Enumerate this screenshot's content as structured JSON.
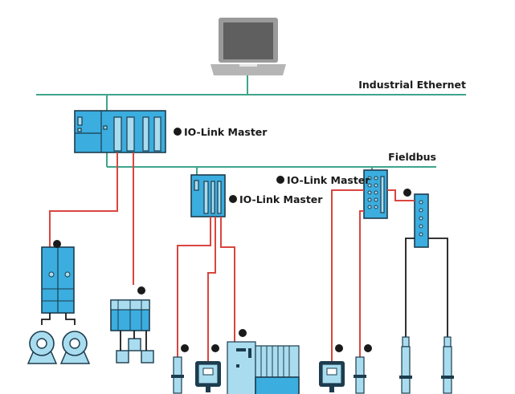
{
  "labels": {
    "industrial_ethernet": "Industrial Ethernet",
    "fieldbus": "Fieldbus",
    "master_1": "IO-Link Master",
    "master_2": "IO-Link Master",
    "master_3": "IO-Link Master"
  },
  "colors": {
    "ethernet_line": "#3ea58c",
    "io_link_line": "#d9463f",
    "standard_line": "#1a1a1a",
    "device_fill": "#3badde",
    "laptop": "#9a9a9a"
  },
  "icons": [
    "laptop-icon",
    "plc-icon",
    "motor-starter-icon",
    "motor-icon",
    "drive-icon",
    "proximity-sensor-icon",
    "display-sensor-icon",
    "io-module-icon",
    "io-link-symbol-icon"
  ]
}
